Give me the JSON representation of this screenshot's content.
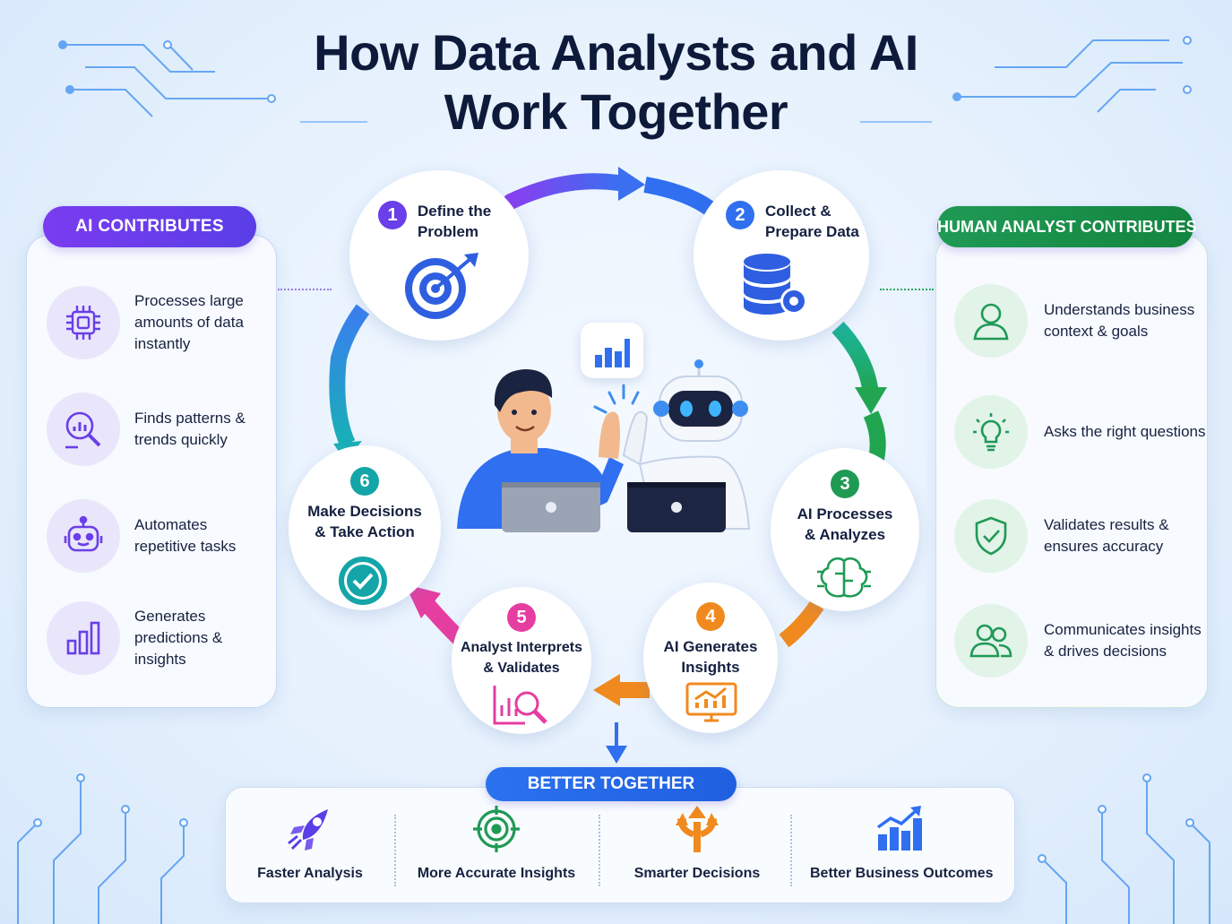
{
  "title": {
    "line1": "How Data Analysts and AI",
    "line2": "Work Together"
  },
  "ai_panel": {
    "heading": "AI CONTRIBUTES",
    "items": [
      {
        "icon": "chip-icon",
        "text": "Processes large amounts of data instantly"
      },
      {
        "icon": "magnifier-chart-icon",
        "text": "Finds patterns & trends quickly"
      },
      {
        "icon": "robot-face-icon",
        "text": "Automates repetitive tasks"
      },
      {
        "icon": "bar-chart-icon",
        "text": "Generates predictions & insights"
      }
    ],
    "accent": "#6a3ee8"
  },
  "human_panel": {
    "heading": "HUMAN ANALYST CONTRIBUTES",
    "items": [
      {
        "icon": "person-icon",
        "text": "Understands business context & goals"
      },
      {
        "icon": "lightbulb-icon",
        "text": "Asks the right questions"
      },
      {
        "icon": "shield-check-icon",
        "text": "Validates results & ensures accuracy"
      },
      {
        "icon": "people-icon",
        "text": "Communicates insights & drives decisions"
      }
    ],
    "accent": "#1f9a55"
  },
  "steps": [
    {
      "num": "1",
      "line1": "Define the",
      "line2": "Problem",
      "icon": "target-icon",
      "color": "#6a3ee8"
    },
    {
      "num": "2",
      "line1": "Collect &",
      "line2": "Prepare Data",
      "icon": "database-gear-icon",
      "color": "#2f6ff0"
    },
    {
      "num": "3",
      "line1": "AI Processes",
      "line2": "& Analyzes",
      "icon": "brain-circuit-icon",
      "color": "#1f9a55"
    },
    {
      "num": "4",
      "line1": "AI Generates",
      "line2": "Insights",
      "icon": "monitor-chart-icon",
      "color": "#f08a1e"
    },
    {
      "num": "5",
      "line1": "Analyst Interprets",
      "line2": "& Validates",
      "icon": "chart-magnifier-icon",
      "color": "#e63da0"
    },
    {
      "num": "6",
      "line1": "Make Decisions",
      "line2": "& Take Action",
      "icon": "check-circle-icon",
      "color": "#13a5a8"
    }
  ],
  "center": {
    "illustration": "analyst-robot-high-five",
    "badge_icon": "bar-chart-icon"
  },
  "bottom": {
    "heading": "BETTER TOGETHER",
    "items": [
      {
        "icon": "rocket-icon",
        "label": "Faster Analysis"
      },
      {
        "icon": "target-icon",
        "label": "More Accurate Insights"
      },
      {
        "icon": "split-arrows-icon",
        "label": "Smarter Decisions"
      },
      {
        "icon": "growth-chart-icon",
        "label": "Better Business Outcomes"
      }
    ]
  }
}
